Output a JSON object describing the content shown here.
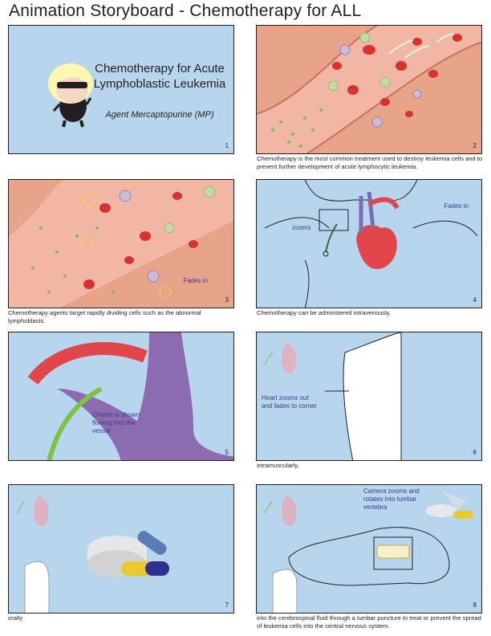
{
  "header": {
    "title": "Animation Storyboard - Chemotherapy for ALL"
  },
  "panels": [
    {
      "number": "1",
      "title": "Chemotherapy for Acute Lymphoblastic Leukemia",
      "subtitle": "Agent Mercaptopurine (MP)",
      "caption": ""
    },
    {
      "number": "2",
      "note": "",
      "caption": "Chemotherapy is the most common treatment used to destroy leukemia cells and to prevent further development of acute lymphocytic leukemia."
    },
    {
      "number": "3",
      "note": "Fades in",
      "caption": "Chemotherapy agents target rapidly dividing cells such as the abnormal lymphoblasts."
    },
    {
      "number": "4",
      "note": "Fades in",
      "note2": "zooms",
      "caption": "Chemotherapy can be adminstered intravenously,"
    },
    {
      "number": "5",
      "note": "Chemo is shown flowing into the vessel",
      "caption": ""
    },
    {
      "number": "6",
      "note": "Heart zooms out and fades to corner",
      "caption": "intramuscularly,"
    },
    {
      "number": "7",
      "caption": "orally"
    },
    {
      "number": "8",
      "note": "Camera zooms and rotates into lumbar vertebra",
      "caption": "into the cerebrospinal fluid through a lumbar puncture to treat or prevent the spread of leukemia cells into the central nervous system."
    }
  ],
  "colors": {
    "panel_bg": "#b7d6ee",
    "vessel": "#e8a38b",
    "blood": "#f2b7a4",
    "rbc": "#d8322f",
    "chemo": "#7dc242",
    "vein": "#8c6bb1",
    "artery": "#e1464b"
  }
}
